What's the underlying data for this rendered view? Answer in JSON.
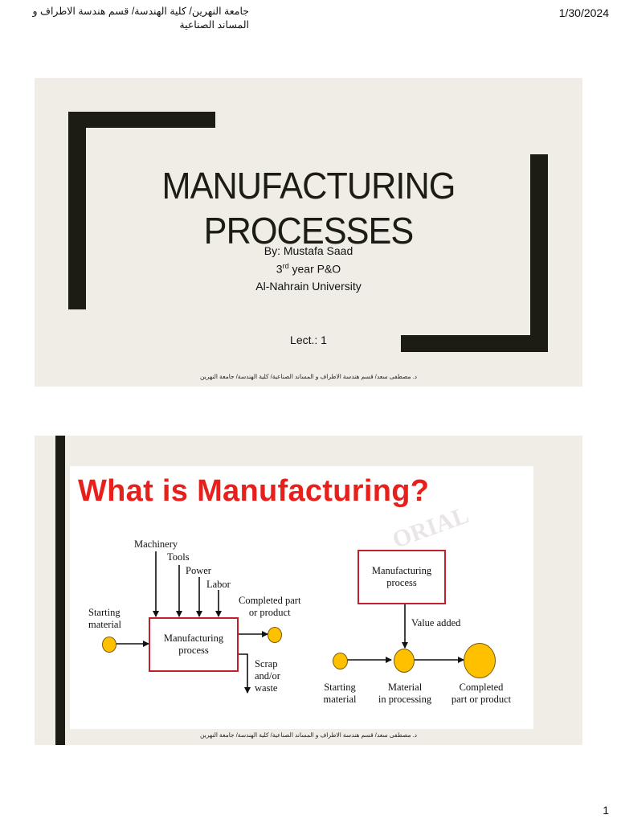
{
  "header": {
    "institution_line1": "جامعة النهرين/ كلية الهندسة/ قسم هندسة الاطراف و",
    "institution_line2": "المساند الصناعية",
    "date": "1/30/2024"
  },
  "page_number": "1",
  "slide1": {
    "title_line1": "MANUFACTURING",
    "title_line2": "PROCESSES",
    "author": "By: Mustafa Saad",
    "year_num": "3",
    "year_sup": "rd",
    "year_rest": " year P&O",
    "university": "Al-Nahrain University",
    "lecture": "Lect.: 1",
    "footer": "د. مصطفى سعد/ قسم هندسة الاطراف و المساند الصناعية/ كلية الهندسة/ جامعة النهرين"
  },
  "slide2": {
    "heading": "What is Manufacturing?",
    "watermark": "ORIAL",
    "left_diagram": {
      "inputs": [
        "Machinery",
        "Tools",
        "Power",
        "Labor"
      ],
      "starting_material": [
        "Starting",
        "material"
      ],
      "process": [
        "Manufacturing",
        "process"
      ],
      "completed": [
        "Completed part",
        "or product"
      ],
      "scrap": [
        "Scrap",
        "and/or",
        "waste"
      ]
    },
    "right_diagram": {
      "process": [
        "Manufacturing",
        "process"
      ],
      "value_added": "Value added",
      "starting": [
        "Starting",
        "material"
      ],
      "in_processing": [
        "Material",
        "in processing"
      ],
      "completed": [
        "Completed",
        "part or product"
      ]
    },
    "footer": "د. مصطفى سعد/ قسم هندسة الاطراف و المساند الصناعية/ كلية الهندسة/ جامعة النهرين"
  },
  "colors": {
    "slide_bg": "#efede6",
    "bar": "#1c1c14",
    "heading_red": "#e8201c",
    "box_red": "#c0202a",
    "dot_yellow": "#ffc000"
  }
}
